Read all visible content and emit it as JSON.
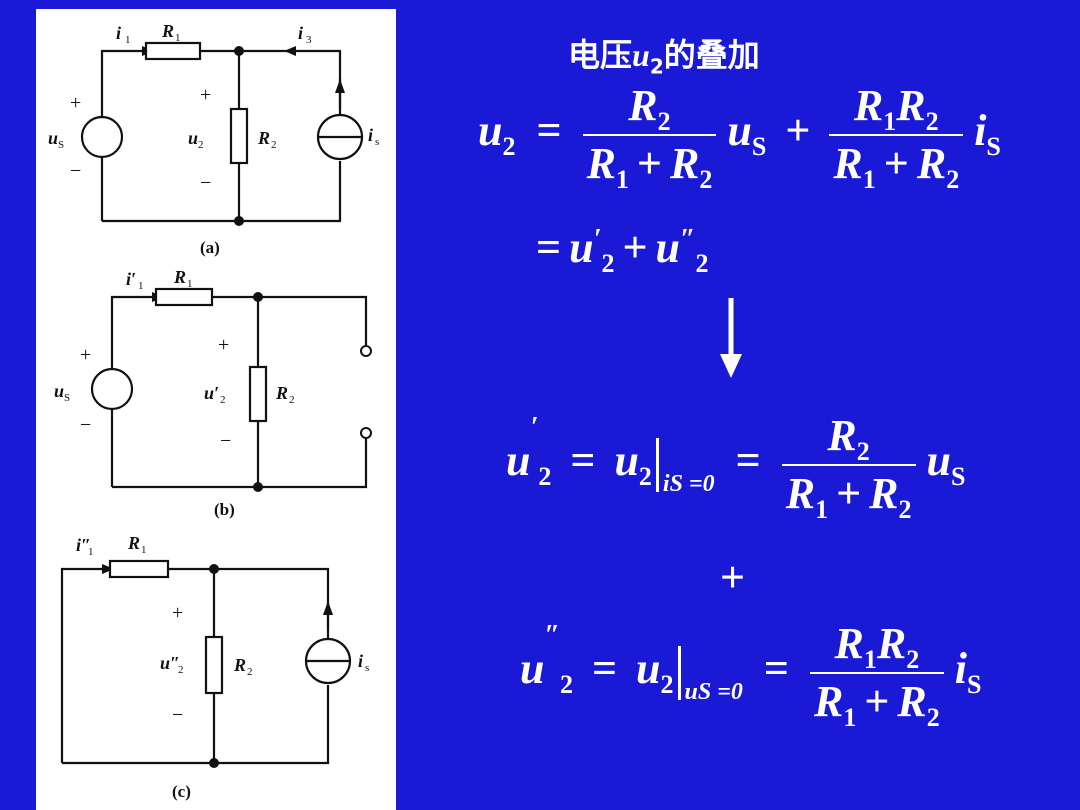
{
  "title": {
    "prefix": "电压",
    "var": "u",
    "sub": "2",
    "suffix": "的叠加"
  },
  "circuit": {
    "labels": {
      "i1": "i",
      "i1_sub": "1",
      "i3": "i",
      "i3_sub": "3",
      "R1": "R",
      "R1_sub": "1",
      "R2": "R",
      "R2_sub": "2",
      "us": "u",
      "us_sub": "S",
      "is": "i",
      "is_sub": "s",
      "u2": "u",
      "u2_sub": "2",
      "u2p": "u′",
      "u2pp": "u″",
      "i1p": "i′",
      "i1pp": "i″",
      "plus": "+",
      "minus": "−"
    },
    "captions": [
      "(a)",
      "(b)",
      "(c)"
    ]
  },
  "equations": {
    "eq1": {
      "lhs_var": "u",
      "lhs_sub": "2",
      "eq": "=",
      "frac1_num": "R",
      "frac1_num_sub": "2",
      "frac1_den_a": "R",
      "frac1_den_a_sub": "1",
      "frac1_den_plus": "+",
      "frac1_den_b": "R",
      "frac1_den_b_sub": "2",
      "term1_var": "u",
      "term1_sub": "S",
      "plus": "+",
      "frac2_num_a": "R",
      "frac2_num_a_sub": "1",
      "frac2_num_b": "R",
      "frac2_num_b_sub": "2",
      "frac2_den_a": "R",
      "frac2_den_a_sub": "1",
      "frac2_den_plus": "+",
      "frac2_den_b": "R",
      "frac2_den_b_sub": "2",
      "term2_var": "i",
      "term2_sub": "S"
    },
    "eq2": {
      "eq": "=",
      "a": "u",
      "a_prime": "′",
      "a_sub": "2",
      "plus": "+",
      "b": "u",
      "b_prime": "″",
      "b_sub": "2"
    },
    "eq3": {
      "lhs": "u",
      "lhs_prime": "′",
      "lhs_sub": "2",
      "eq": "=",
      "mid": "u",
      "mid_sub": "2",
      "cond": "iS =0",
      "eq2": "=",
      "num": "R",
      "num_sub": "2",
      "den_a": "R",
      "den_a_sub": "1",
      "den_plus": "+",
      "den_b": "R",
      "den_b_sub": "2",
      "tail": "u",
      "tail_sub": "S"
    },
    "between_plus": "+",
    "eq4": {
      "lhs": "u",
      "lhs_prime": "″",
      "lhs_sub": "2",
      "eq": "=",
      "mid": "u",
      "mid_sub": "2",
      "cond": "uS =0",
      "eq2": "=",
      "num_a": "R",
      "num_a_sub": "1",
      "num_b": "R",
      "num_b_sub": "2",
      "den_a": "R",
      "den_a_sub": "1",
      "den_plus": "+",
      "den_b": "R",
      "den_b_sub": "2",
      "tail": "i",
      "tail_sub": "S"
    }
  }
}
